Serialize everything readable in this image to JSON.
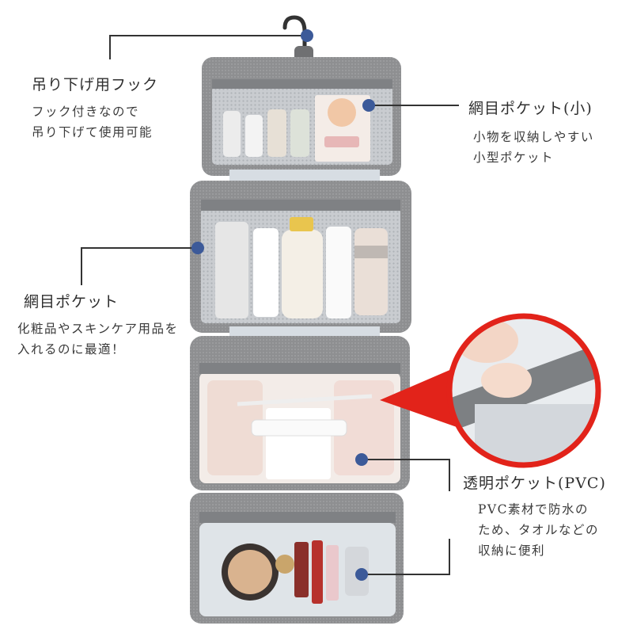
{
  "callouts": {
    "hook": {
      "title": "吊り下げ用フック",
      "desc": [
        "フック付きなので",
        "吊り下げて使用可能"
      ]
    },
    "small_mesh": {
      "title": "網目ポケット(小)",
      "desc": [
        "小物を収納しやすい",
        "小型ポケット"
      ]
    },
    "mesh": {
      "title": "網目ポケット",
      "desc": [
        "化粧品やスキンケア用品を",
        "入れるのに最適！"
      ]
    },
    "clear": {
      "title": "透明ポケット(PVC)",
      "desc": [
        "PVC素材で防水の",
        "ため、タオルなどの",
        "収納に便利"
      ]
    }
  },
  "colors": {
    "bag_gray": "#8e8f91",
    "mesh": "#b9bcc0",
    "accent_red": "#e2231a",
    "dot": "#3c5a99",
    "line": "#333333"
  }
}
